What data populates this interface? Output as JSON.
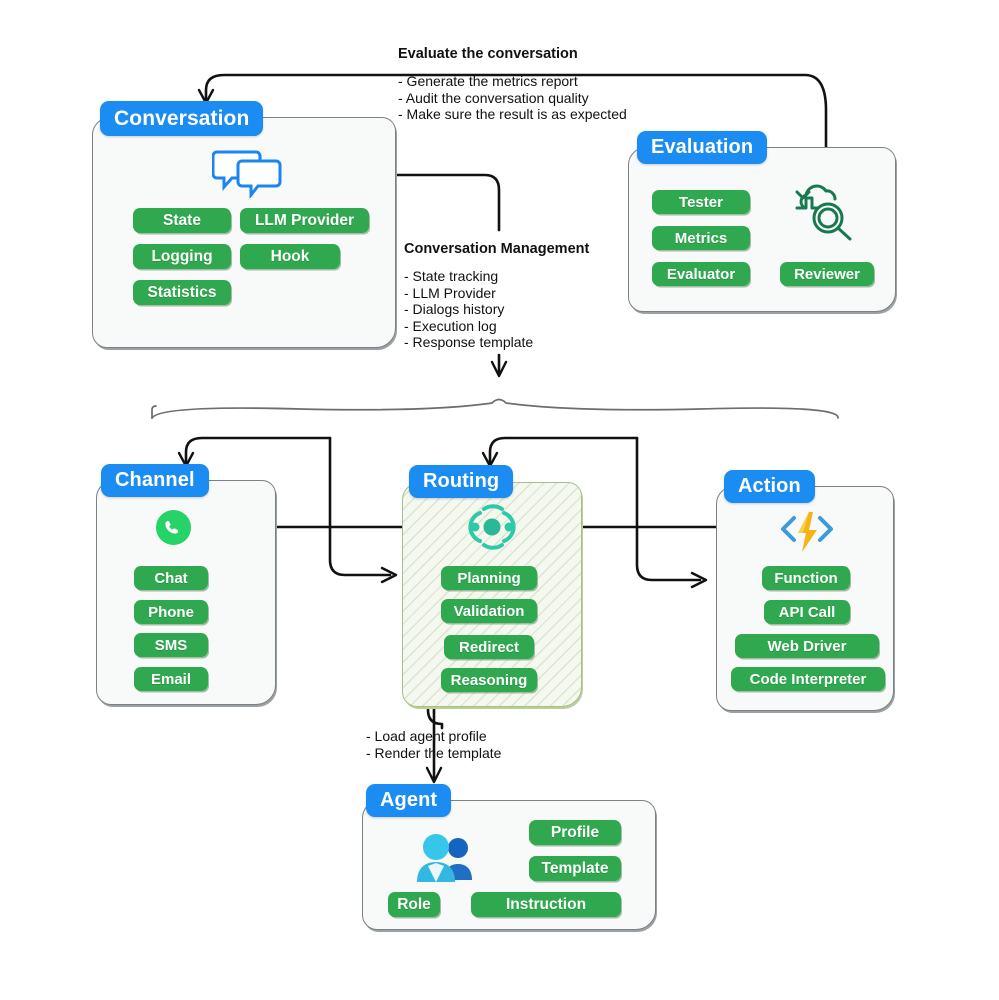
{
  "diagram": {
    "title": "Conversational AI Platform Architecture",
    "colors": {
      "header_blue": "#1a8cf2",
      "pill_green": "#2fa84f",
      "panel_bg": "#f8f9f9",
      "panel_border": "#7c8184",
      "routing_hatch_border": "#a8bf86",
      "connector": "#111111",
      "evaluation_icon": "#18794e",
      "routing_icon": "#2ec9a8",
      "whatsapp_icon": "#25d366",
      "action_icon": "#f5b414",
      "chat_icon": "#1a86f0",
      "agent_icon": "#2fbbe8"
    },
    "panels": [
      {
        "id": "conversation",
        "header": "Conversation",
        "icon": "chat-bubbles-icon",
        "items": [
          "State",
          "LLM Provider",
          "Logging",
          "Hook",
          "Statistics"
        ]
      },
      {
        "id": "evaluation",
        "header": "Evaluation",
        "icon": "cloud-magnifier-icon",
        "items": [
          "Tester",
          "Metrics",
          "Evaluator",
          "Reviewer"
        ]
      },
      {
        "id": "channel",
        "header": "Channel",
        "icon": "whatsapp-icon",
        "items": [
          "Chat",
          "Phone",
          "SMS",
          "Email"
        ]
      },
      {
        "id": "routing",
        "header": "Routing",
        "icon": "routing-node-icon",
        "items": [
          "Planning",
          "Validation",
          "Redirect",
          "Reasoning"
        ]
      },
      {
        "id": "action",
        "header": "Action",
        "icon": "lightning-code-icon",
        "items": [
          "Function",
          "API Call",
          "Web Driver",
          "Code Interpreter"
        ]
      },
      {
        "id": "agent",
        "header": "Agent",
        "icon": "users-icon",
        "items": [
          "Profile",
          "Template",
          "Role",
          "Instruction"
        ]
      }
    ],
    "notes": [
      {
        "id": "evaluate",
        "title": "Evaluate the conversation",
        "lines": [
          "- Generate the metrics report",
          "- Audit the conversation quality",
          "- Make sure the result is as expected"
        ]
      },
      {
        "id": "conversation-management",
        "title": "Conversation Management",
        "lines": [
          "- State tracking",
          "- LLM Provider",
          "- Dialogs history",
          "- Execution log",
          "- Response template"
        ]
      },
      {
        "id": "agent-note",
        "title": "",
        "lines": [
          "- Load agent profile",
          "- Render the template"
        ]
      }
    ]
  }
}
